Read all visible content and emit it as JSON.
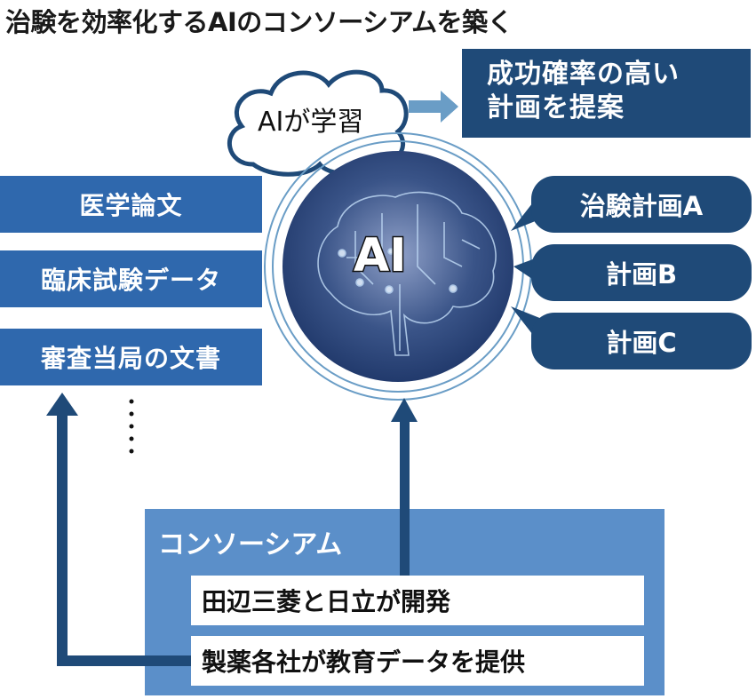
{
  "title": "治験を効率化するAIのコンソーシアムを築く",
  "cloud": {
    "label": "AIが学習"
  },
  "proposal": {
    "line1": "成功確率の高い",
    "line2": "計画を提案"
  },
  "sources": [
    {
      "label": "医学論文"
    },
    {
      "label": "臨床試験データ"
    },
    {
      "label": "審査当局の文書"
    }
  ],
  "ai": {
    "label": "AI"
  },
  "plans": [
    {
      "label": "治験計画A"
    },
    {
      "label": "計画B"
    },
    {
      "label": "計画C"
    }
  ],
  "consortium": {
    "label": "コンソーシアム",
    "items": [
      {
        "label": "田辺三菱と日立が開発"
      },
      {
        "label": "製薬各社が教育データを提供"
      }
    ]
  },
  "colors": {
    "navy": "#1f4a78",
    "blue": "#2f68ad",
    "light_blue": "#5b8fc9",
    "arrow_light": "#6a9dc6"
  }
}
